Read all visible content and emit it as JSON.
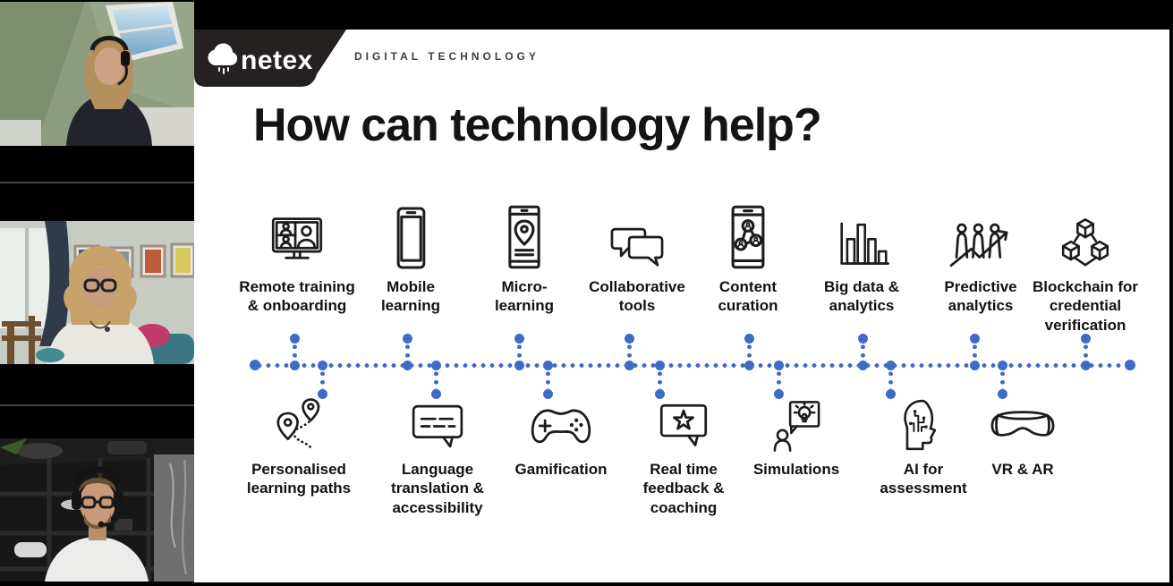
{
  "slide": {
    "brand": {
      "name": "netex",
      "tagline": "DIGITAL TECHNOLOGY",
      "badge_color": "#252121",
      "text_color": "#ffffff"
    },
    "title": "How can technology help?",
    "accent_color": "#3e6bc5",
    "icon_stroke_color": "#1c1c1c",
    "top_items": [
      {
        "label": "Remote training\n& onboarding",
        "icon": "video-call-monitor-icon"
      },
      {
        "label": "Mobile\nlearning",
        "icon": "smartphone-icon"
      },
      {
        "label": "Micro-\nlearning",
        "icon": "phone-location-pin-icon"
      },
      {
        "label": "Collaborative\ntools",
        "icon": "chat-bubbles-icon"
      },
      {
        "label": "Content\ncuration",
        "icon": "phone-network-icon"
      },
      {
        "label": "Big data &\nanalytics",
        "icon": "bar-chart-icon"
      },
      {
        "label": "Predictive\nanalytics",
        "icon": "people-trend-arrow-icon"
      },
      {
        "label": "Blockchain for\ncredential\nverification",
        "icon": "blockchain-cubes-icon"
      }
    ],
    "bottom_items": [
      {
        "label": "Personalised\nlearning paths",
        "icon": "map-pins-route-icon"
      },
      {
        "label": "Language\ntranslation &\naccessibility",
        "icon": "subtitle-bubble-icon"
      },
      {
        "label": "Gamification",
        "icon": "game-controller-icon"
      },
      {
        "label": "Real time\nfeedback &\ncoaching",
        "icon": "star-bubble-icon"
      },
      {
        "label": "Simulations",
        "icon": "person-idea-bubble-icon"
      },
      {
        "label": "AI for\nassessment",
        "icon": "ai-head-circuit-icon"
      },
      {
        "label": "VR & AR",
        "icon": "vr-headset-icon"
      }
    ]
  }
}
